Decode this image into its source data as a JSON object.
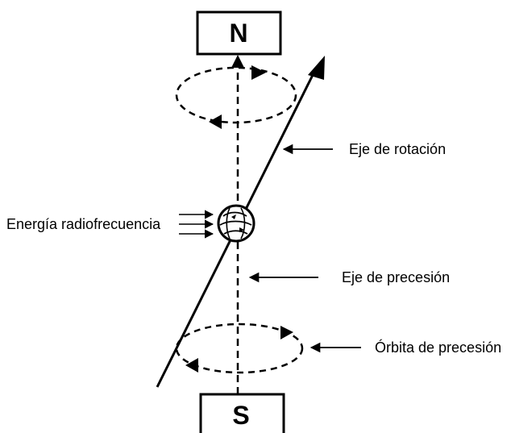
{
  "poles": {
    "north": "N",
    "south": "S"
  },
  "labels": {
    "rotation_axis": "Eje de rotación",
    "rf_energy": "Energía radiofrecuencia",
    "precession_axis": "Eje de precesión",
    "precession_orbit": "Órbita de precesión"
  },
  "colors": {
    "stroke": "#000000",
    "background": "#ffffff"
  }
}
